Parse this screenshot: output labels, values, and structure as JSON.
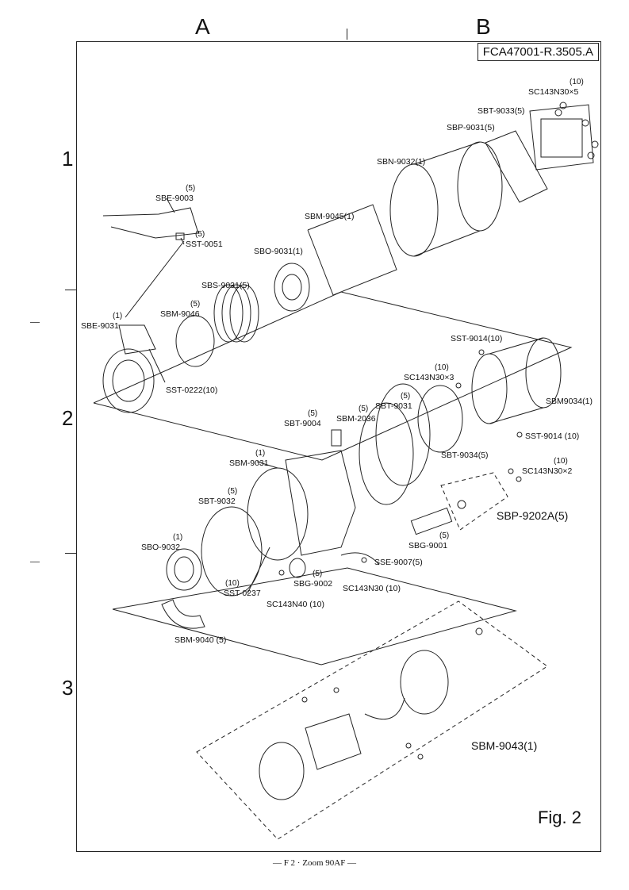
{
  "header": {
    "col_a": "A",
    "col_b": "B",
    "rows": [
      "1",
      "2",
      "3"
    ],
    "part_code": "FCA47001-R.3505.A"
  },
  "labels": {
    "sc143n30x5": {
      "qty": "(10)",
      "name": "SC143N30×5"
    },
    "sbt9033": "SBT-9033(5)",
    "sbp9031": "SBP-9031(5)",
    "sbn9032": "SBN-9032(1)",
    "sbe9003": {
      "qty": "(5)",
      "name": "SBE-9003"
    },
    "sst0051": {
      "qty": "(5)",
      "name": "SST-0051"
    },
    "sbm9045": "SBM-9045(1)",
    "sbo9031": "SBO-9031(1)",
    "sbs9031": "SBS-9031(5)",
    "sbm9046": {
      "qty": "(5)",
      "name": "SBM-9046"
    },
    "sbe9031": {
      "qty": "(1)",
      "name": "SBE-9031"
    },
    "sst0222": "SST-0222(10)",
    "sst9014a": "SST-9014(10)",
    "sc143n30x3": {
      "qty": "(10)",
      "name": "SC143N30×3"
    },
    "sbm9034": "SBM9034(1)",
    "sst9014b": "SST-9014 (10)",
    "sbt9004": {
      "qty": "(5)",
      "name": "SBT-9004"
    },
    "sbm2036": {
      "qty": "(5)",
      "name": "SBM-2036"
    },
    "sbt9031": {
      "qty": "(5)",
      "name": "SBT-9031"
    },
    "sbm9031": {
      "qty": "(1)",
      "name": "SBM-9031"
    },
    "sbt9034": "SBT-9034(5)",
    "sc143n30x2": {
      "qty": "(10)",
      "name": "SC143N30×2"
    },
    "sbt9032": {
      "qty": "(5)",
      "name": "SBT-9032"
    },
    "sbp9202a": "SBP-9202A(5)",
    "sbg9001": {
      "qty": "(5)",
      "name": "SBG-9001"
    },
    "sbo9032": {
      "qty": "(1)",
      "name": "SBO-9032"
    },
    "sse9007": "SSE-9007(5)",
    "sbg9002": {
      "qty": "(5)",
      "name": "SBG-9002"
    },
    "sc143n30": "SC143N30 (10)",
    "sst0237": {
      "qty": "(10)",
      "name": "SST-0237"
    },
    "sc143n40": "SC143N40 (10)",
    "sbm9040": "SBM-9040 (5)",
    "sbm9043": "SBM-9043(1)"
  },
  "figure_label": "Fig. 2",
  "footer": "— F 2 · Zoom 90AF —"
}
